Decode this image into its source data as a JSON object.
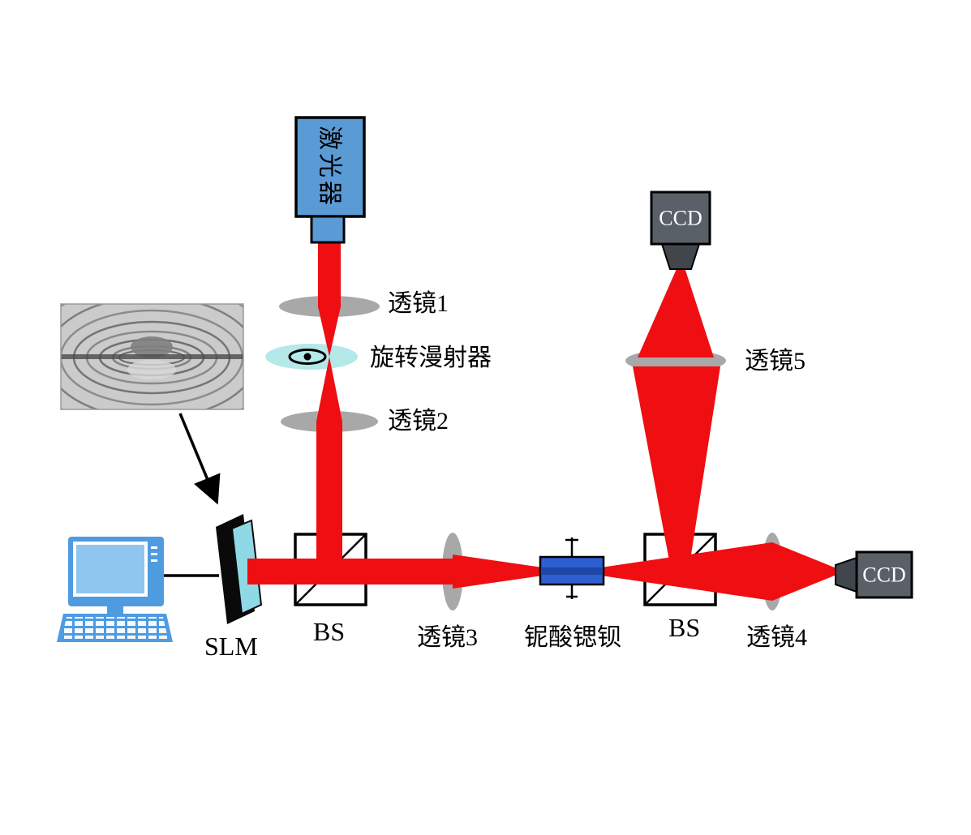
{
  "labels": {
    "laser": "激光器",
    "lens1": "透镜1",
    "diffuser": "旋转漫射器",
    "lens2": "透镜2",
    "slm": "SLM",
    "bs_left": "BS",
    "lens3": "透镜3",
    "crystal": "铌酸锶钡",
    "bs_right": "BS",
    "lens4": "透镜4",
    "lens5": "透镜5",
    "ccd_top": "CCD",
    "ccd_right": "CCD"
  },
  "colors": {
    "beam": "#ef0e11",
    "laser_body": "#5b9bd5",
    "lens": "#a8a8a8",
    "diffuser": "#b5e8e9",
    "crystal": "#2e5fd0",
    "crystal_dark": "#1e46a6",
    "ccd_body": "#596067",
    "ccd_cone": "#41464c",
    "slm_body": "#0a0a0a",
    "slm_face": "#8fd9e6",
    "computer": "#4f9be0",
    "screen": "#8ec6f0"
  }
}
